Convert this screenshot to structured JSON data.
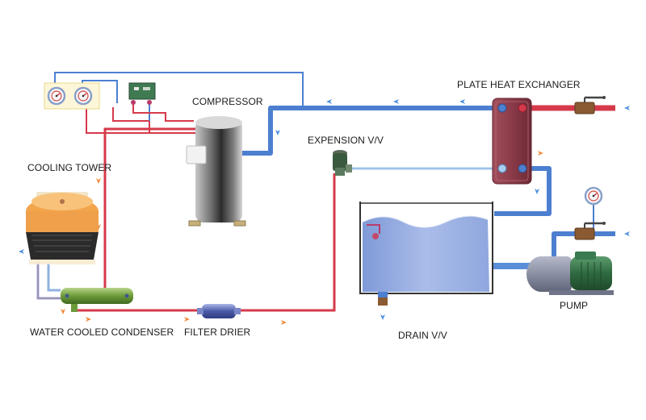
{
  "labels": {
    "compressor": "COMPRESSOR",
    "plate_heat_exchanger": "PLATE HEAT EXCHANGER",
    "expansion_valve": "EXPENSION V/V",
    "cooling_tower": "COOLING TOWER",
    "water_cooled_condenser": "WATER COOLED CONDENSER",
    "filter_drier": "FILTER DRIER",
    "drain_valve": "DRAIN V/V",
    "pump": "PUMP"
  },
  "colors": {
    "hot_line": "#d63a4a",
    "cold_line": "#4d7fd0",
    "light_line": "#a9cdee",
    "flow_arrow": "#f08a3c",
    "tank_water": "#9bb3e6",
    "heat_exchanger": "#8c3d4a",
    "cooling_tower_fan": "#f2a046",
    "pump_motor": "#3a7a50"
  },
  "icons": [
    "pressure-gauge-icon",
    "flow-arrow-icon",
    "ball-valve-icon",
    "pump-icon",
    "compressor-icon",
    "cooling-tower-icon"
  ]
}
